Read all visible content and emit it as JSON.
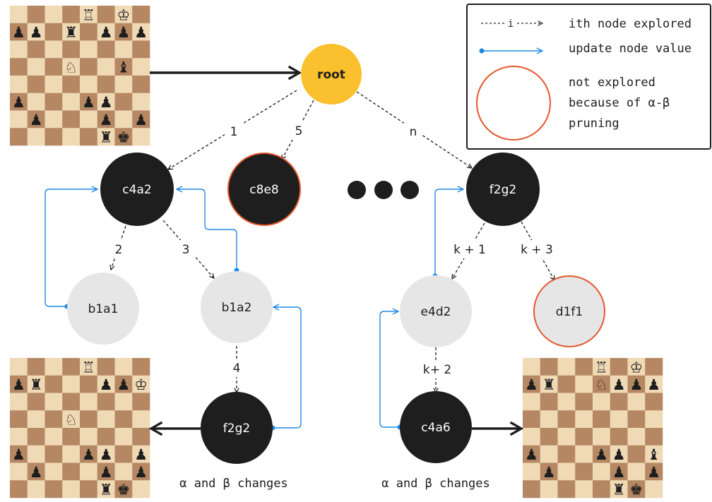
{
  "legend": {
    "explored_sample": "---- i --->",
    "explored_text": "ith node explored",
    "update_text": "update node value",
    "pruned_text_lines": [
      "not explored",
      "because of α-β",
      "pruning"
    ]
  },
  "nodes": {
    "root": "root",
    "c4a2": "c4a2",
    "c8e8": "c8e8",
    "f2g2_top": "f2g2",
    "b1a1": "b1a1",
    "b1a2": "b1a2",
    "e4d2": "e4d2",
    "d1f1": "d1f1",
    "f2g2_bottom": "f2g2",
    "c4a6": "c4a6"
  },
  "edge_labels": {
    "root_c4a2": "1",
    "root_c8e8": "5",
    "root_f2g2": "n",
    "c4a2_b1a1": "2",
    "c4a2_b1a2": "3",
    "b1a2_f2g2": "4",
    "f2g2_e4d2": "k + 1",
    "f2g2_d1f1": "k + 3",
    "e4d2_c4a6": "k+ 2"
  },
  "captions": {
    "left": "α and β changes",
    "right": "α and β changes"
  },
  "boards": {
    "top_left": [
      "....R.K.",
      "pp.r.ppp",
      "........",
      "...N..b.",
      "........",
      "p...pp..",
      ".p...p.p",
      ".....rk."
    ],
    "bottom_left": [
      "....R...",
      "pr...ppK",
      "........",
      "...N....",
      "........",
      "p...pp.p",
      ".p...p.p",
      ".....rk."
    ],
    "bottom_right": [
      "....R.K.",
      "pr..Nppp",
      "........",
      "........",
      "........",
      "p...pp.b",
      ".p...p.p",
      ".....rk."
    ]
  },
  "colors": {
    "root_fill": "#FBC02D",
    "dark_node": "#1e1e1e",
    "light_node": "#e6e6e6",
    "pruned_border": "#E4572E",
    "update_arrow": "#1E88E5",
    "board_light": "#F0D9B5",
    "board_dark": "#B58863"
  }
}
